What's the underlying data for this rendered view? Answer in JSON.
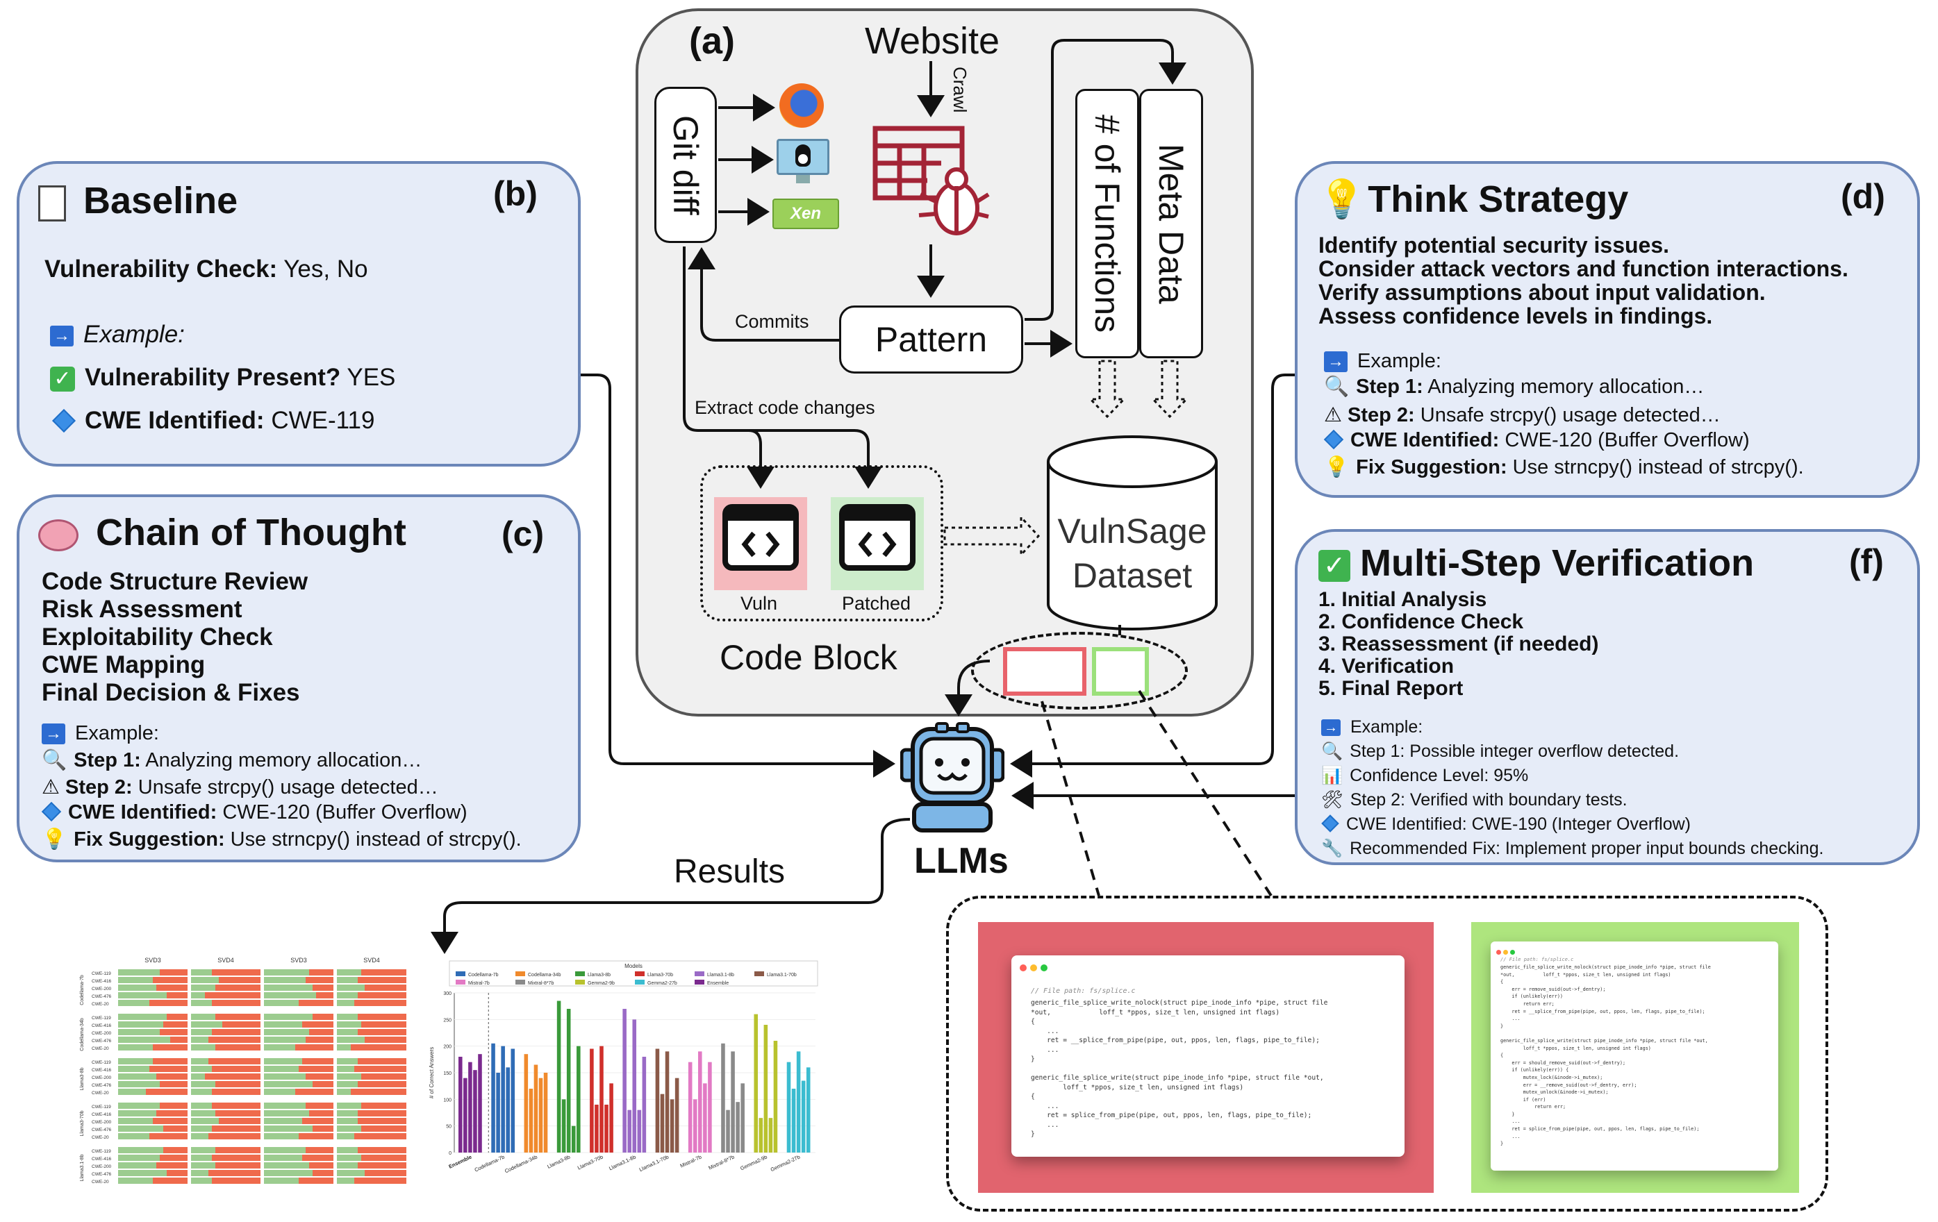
{
  "center": {
    "label_a": "(a)",
    "website": "Website",
    "crawl": "Crawl",
    "git_diff": "Git diff",
    "commits": "Commits",
    "pattern": "Pattern",
    "num_functions": "# of Functions",
    "meta_data": "Meta Data",
    "extract": "Extract code changes",
    "vuln": "Vuln",
    "patched": "Patched",
    "code_block": "Code Block",
    "dataset_l1": "VulnSage",
    "dataset_l2": "Dataset",
    "llms": "LLMs",
    "results": "Results",
    "xen": "Xen"
  },
  "baseline": {
    "title": "Baseline",
    "label": "(b)",
    "check_label": "Vulnerability Check:",
    "check_value": " Yes, No",
    "example": "Example:",
    "present_label": "Vulnerability Present?",
    "present_value": " YES",
    "cwe_label": "CWE Identified:",
    "cwe_value": " CWE-119"
  },
  "cot": {
    "title": "Chain of Thought",
    "label": "(c)",
    "steps": [
      "Code Structure Review",
      "Risk Assessment",
      "Exploitability Check",
      "CWE Mapping",
      "Final Decision & Fixes"
    ],
    "example": "Example:",
    "s1_label": "Step 1:",
    "s1_value": " Analyzing memory allocation…",
    "s2_label": "Step 2:",
    "s2_value": " Unsafe strcpy() usage detected…",
    "cwe_label": "CWE Identified:",
    "cwe_value": " CWE-120 (Buffer Overflow)",
    "fix_label": "Fix Suggestion:",
    "fix_value": " Use strncpy() instead of strcpy()."
  },
  "think": {
    "title": "Think Strategy",
    "label": "(d)",
    "lines": [
      "Identify potential security issues.",
      "Consider attack vectors and function interactions.",
      "Verify assumptions about input validation.",
      "Assess confidence levels in findings."
    ],
    "example": "Example:",
    "s1_label": "Step 1:",
    "s1_value": " Analyzing memory allocation…",
    "s2_label": "Step 2:",
    "s2_value": " Unsafe strcpy() usage detected…",
    "cwe_label": "CWE Identified:",
    "cwe_value": " CWE-120 (Buffer Overflow)",
    "fix_label": "Fix Suggestion:",
    "fix_value": " Use strncpy() instead of strcpy()."
  },
  "multi": {
    "title": "Multi-Step Verification",
    "label": "(f)",
    "steps": [
      "1. Initial Analysis",
      "2. Confidence Check",
      "3. Reassessment (if needed)",
      "4. Verification",
      "5. Final Report"
    ],
    "example": "Example:",
    "e1": "Step 1: Possible integer overflow detected.",
    "e2": "Confidence Level: 95%",
    "e3": "Step 2: Verified with boundary tests.",
    "e4": "CWE Identified: CWE-190 (Integer Overflow)",
    "e5": "Recommended Fix: Implement proper input bounds checking."
  },
  "code_left": {
    "path": "// File path: fs/splice.c",
    "lines": [
      "generic_file_splice_write_nolock(struct pipe_inode_info *pipe, struct file",
      "*out,            loff_t *ppos, size_t len, unsigned int flags)",
      "{",
      "    ...",
      "    ret = __splice_from_pipe(pipe, out, ppos, len, flags, pipe_to_file);",
      "    ...",
      "}",
      "",
      "generic_file_splice_write(struct pipe_inode_info *pipe, struct file *out,",
      "        loff_t *ppos, size_t len, unsigned int flags)",
      "{",
      "    ...",
      "    ret = splice_from_pipe(pipe, out, ppos, len, flags, pipe_to_file);",
      "    ...",
      "}"
    ]
  },
  "code_right": {
    "path": "// File path: fs/splice.c",
    "lines": [
      "generic_file_splice_write_nolock(struct pipe_inode_info *pipe, struct file",
      "*out,          loff_t *ppos, size_t len, unsigned int flags)",
      "{",
      "    err = remove_suid(out->f_dentry);",
      "    if (unlikely(err))",
      "        return err;",
      "    ret = __splice_from_pipe(pipe, out, ppos, len, flags, pipe_to_file);",
      "    ...",
      "}",
      "",
      "generic_file_splice_write(struct pipe_inode_info *pipe, struct file *out,",
      "        loff_t *ppos, size_t len, unsigned int flags)",
      "{",
      "    err = should_remove_suid(out->f_dentry);",
      "    if (unlikely(err)) {",
      "        mutex_lock(&inode->i_mutex);",
      "        err = __remove_suid(out->f_dentry, err);",
      "        mutex_unlock(&inode->i_mutex);",
      "        if (err)",
      "            return err;",
      "    }",
      "    ...",
      "    ret = splice_from_pipe(pipe, out, ppos, len, flags, pipe_to_file);",
      "    ...",
      "}"
    ]
  },
  "heat": {
    "columns": [
      "SVD3",
      "SVD4",
      "SVD3",
      "SVD4"
    ],
    "rows": [
      "CWE-119",
      "CWE-416",
      "CWE-200",
      "CWE-476",
      "CWE-20"
    ],
    "groups": [
      "Codellama-7b",
      "Codellama-34b",
      "Llama3-8b",
      "Llama3-70b",
      "Llama3.1-8b"
    ],
    "ratios": [
      [
        [
          0.6,
          0.5,
          0.55,
          0.7,
          0.45
        ],
        [
          0.3,
          0.4,
          0.35,
          0.2,
          0.3
        ],
        [
          0.65,
          0.6,
          0.7,
          0.75,
          0.5
        ],
        [
          0.35,
          0.3,
          0.4,
          0.3,
          0.25
        ]
      ],
      [
        [
          0.7,
          0.65,
          0.6,
          0.75,
          0.5
        ],
        [
          0.35,
          0.45,
          0.3,
          0.25,
          0.35
        ],
        [
          0.7,
          0.55,
          0.65,
          0.6,
          0.45
        ],
        [
          0.3,
          0.35,
          0.3,
          0.4,
          0.2
        ]
      ],
      [
        [
          0.5,
          0.45,
          0.55,
          0.6,
          0.4
        ],
        [
          0.25,
          0.3,
          0.2,
          0.35,
          0.3
        ],
        [
          0.55,
          0.5,
          0.6,
          0.7,
          0.45
        ],
        [
          0.3,
          0.25,
          0.35,
          0.3,
          0.2
        ]
      ],
      [
        [
          0.6,
          0.55,
          0.5,
          0.65,
          0.45
        ],
        [
          0.3,
          0.35,
          0.4,
          0.3,
          0.25
        ],
        [
          0.6,
          0.65,
          0.55,
          0.7,
          0.5
        ],
        [
          0.35,
          0.3,
          0.3,
          0.35,
          0.25
        ]
      ],
      [
        [
          0.65,
          0.6,
          0.55,
          0.7,
          0.5
        ],
        [
          0.35,
          0.3,
          0.35,
          0.25,
          0.3
        ],
        [
          0.6,
          0.55,
          0.65,
          0.7,
          0.5
        ],
        [
          0.3,
          0.35,
          0.3,
          0.4,
          0.25
        ]
      ]
    ]
  },
  "chart_data": {
    "type": "bar",
    "legend_title": "Models",
    "ylabel": "# of Correct Answers",
    "ylim": [
      0,
      300
    ],
    "yticks": [
      0,
      50,
      100,
      150,
      200,
      250,
      300
    ],
    "categories": [
      "Ensemble",
      "Codellama-7b",
      "Codellama-34b",
      "Llama3-8b",
      "Llama3-70b",
      "Llama3.1-8b",
      "Llama3.1-70b",
      "Mistral-7b",
      "Mixtral-8*7b",
      "Gemma2-9b",
      "Gemma2-27b"
    ],
    "series": [
      {
        "name": "Ensemble",
        "color": "#7b2a8e",
        "values": [
          180,
          140,
          170,
          155,
          185
        ]
      },
      {
        "name": "Codellama-7b",
        "color": "#2f6cb6",
        "values": [
          205,
          150,
          200,
          160,
          195
        ]
      },
      {
        "name": "Codellama-34b",
        "color": "#f08a2c",
        "values": [
          185,
          120,
          165,
          140,
          150
        ]
      },
      {
        "name": "Llama3-8b",
        "color": "#3a9a3a",
        "values": [
          285,
          100,
          270,
          50,
          200
        ]
      },
      {
        "name": "Llama3-70b",
        "color": "#d0302b",
        "values": [
          195,
          90,
          200,
          90,
          130
        ]
      },
      {
        "name": "Llama3.1-8b",
        "color": "#9a6ac6",
        "values": [
          270,
          80,
          250,
          80,
          180
        ]
      },
      {
        "name": "Llama3.1-70b",
        "color": "#8b5a48",
        "values": [
          195,
          110,
          190,
          100,
          140
        ]
      },
      {
        "name": "Mistral-7b",
        "color": "#e27ac4",
        "values": [
          170,
          100,
          190,
          130,
          170
        ]
      },
      {
        "name": "Mixtral-8*7b",
        "color": "#8a8a8a",
        "values": [
          205,
          80,
          190,
          95,
          130
        ]
      },
      {
        "name": "Gemma2-9b",
        "color": "#b8c22e",
        "values": [
          260,
          65,
          240,
          65,
          210
        ]
      },
      {
        "name": "Gemma2-27b",
        "color": "#3bbcd0",
        "values": [
          170,
          120,
          190,
          135,
          160
        ]
      }
    ]
  }
}
